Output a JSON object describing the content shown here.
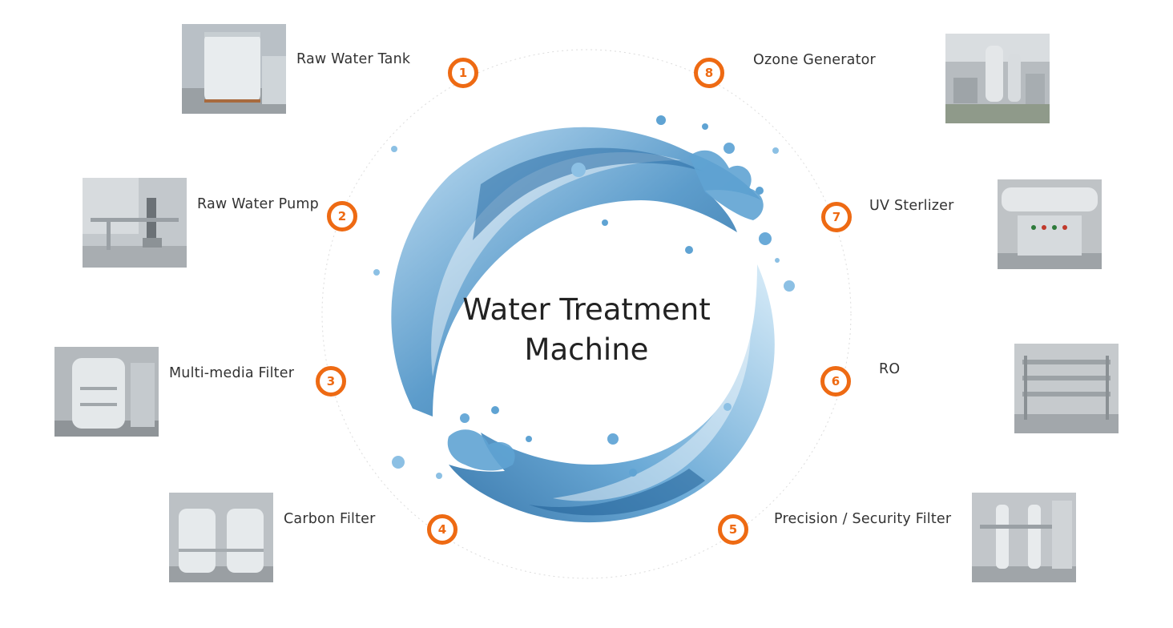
{
  "diagram": {
    "title_line1": "Water Treatment",
    "title_line2": "Machine",
    "accent_color": "#ee6a13",
    "water_color": "#4f94c7",
    "steps": [
      {
        "number": "1",
        "label": "Raw Water Tank",
        "photo": "raw-water-tank-photo"
      },
      {
        "number": "2",
        "label": "Raw Water Pump",
        "photo": "raw-water-pump-photo"
      },
      {
        "number": "3",
        "label": "Multi-media Filter",
        "photo": "multi-media-filter-photo"
      },
      {
        "number": "4",
        "label": "Carbon Filter",
        "photo": "carbon-filter-photo"
      },
      {
        "number": "5",
        "label": "Precision / Security Filter",
        "photo": "precision-security-filter-photo"
      },
      {
        "number": "6",
        "label": "RO",
        "photo": "ro-photo"
      },
      {
        "number": "7",
        "label": "UV Sterlizer",
        "photo": "uv-sterlizer-photo"
      },
      {
        "number": "8",
        "label": "Ozone Generator",
        "photo": "ozone-generator-photo"
      }
    ]
  }
}
